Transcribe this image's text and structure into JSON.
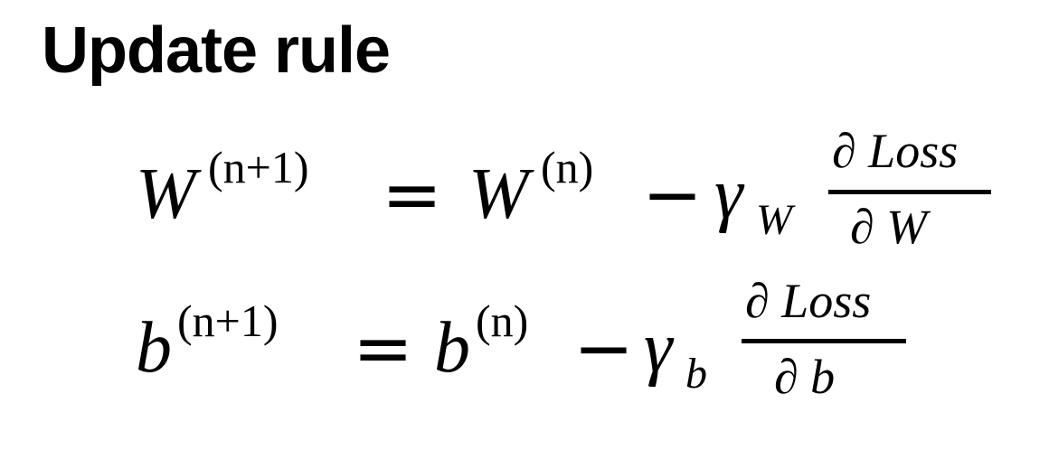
{
  "title": "Update rule",
  "equations": [
    {
      "lhs": "W",
      "lhs_superscript": "(n+1)",
      "equals": "=",
      "rhs_base": "W",
      "rhs_superscript": "(n)",
      "minus": "−",
      "rate": "γ",
      "rate_subscript": "W",
      "numerator": "∂ Loss",
      "denominator": "∂ W"
    },
    {
      "lhs": "b",
      "lhs_superscript": "(n+1)",
      "equals": "=",
      "rhs_base": "b",
      "rhs_superscript": "(n)",
      "minus": "−",
      "rate": "γ",
      "rate_subscript": "b",
      "numerator": "∂ Loss",
      "denominator": "∂ b"
    }
  ]
}
